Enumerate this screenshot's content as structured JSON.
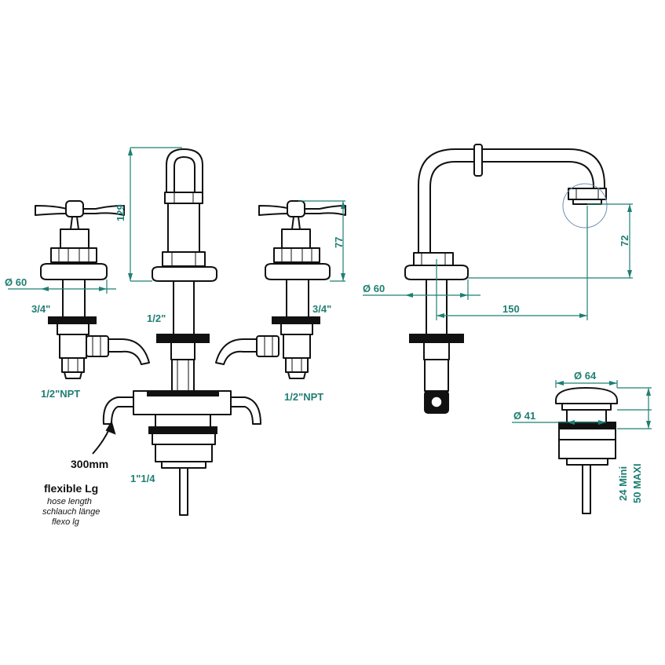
{
  "front_view": {
    "diameter_60": "Ø 60",
    "height_129": "129",
    "height_77": "77",
    "thread_3_4_left": "3/4\"",
    "thread_3_4_right": "3/4\"",
    "thread_1_2_center": "1/2\"",
    "npt_left": "1/2\"NPT",
    "npt_right": "1/2\"NPT",
    "hose_length": "300mm",
    "drain_thread": "1\"1/4"
  },
  "hose_note": {
    "title": "flexible Lg",
    "line1": "hose length",
    "line2": "schlauch länge",
    "line3": "flexo lg"
  },
  "side_view": {
    "diameter_60": "Ø 60",
    "reach_150": "150",
    "height_72": "72"
  },
  "drain_view": {
    "diameter_64": "Ø 64",
    "diameter_41": "Ø 41",
    "range": "24 Mini\n50 MAXI",
    "range_line1": "24 Mini",
    "range_line2": "50 MAXI"
  },
  "colors": {
    "dimension": "#1f7f73",
    "outline": "#111111"
  }
}
